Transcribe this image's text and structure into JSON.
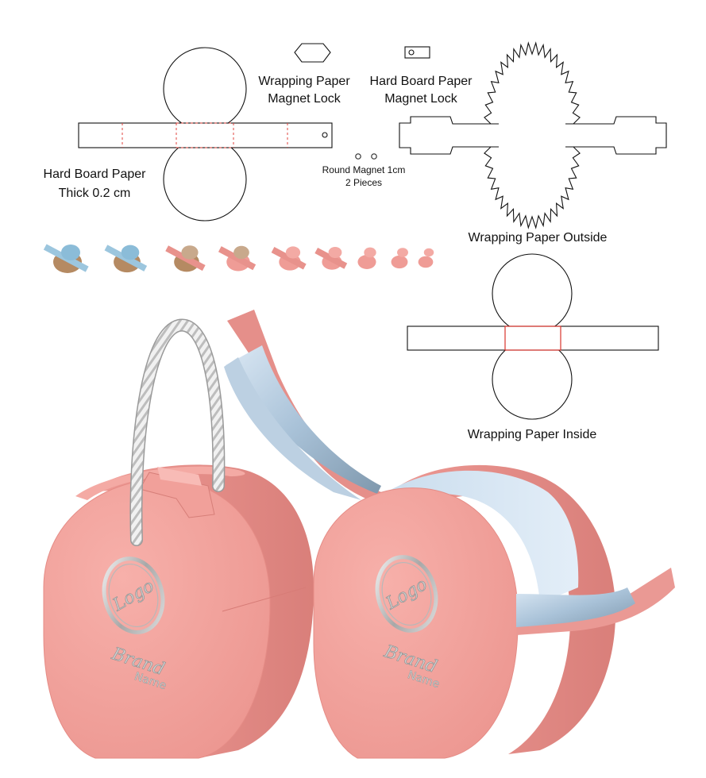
{
  "labels": {
    "hard_board_paper": "Hard Board Paper",
    "thick": "Thick 0.2 cm",
    "wrapping_paper_magnet_lock_l1": "Wrapping Paper",
    "wrapping_paper_magnet_lock_l2": "Magnet Lock",
    "hard_board_paper_magnet_lock_l1": "Hard Board Paper",
    "hard_board_paper_magnet_lock_l2": "Magnet Lock",
    "round_magnet": "Round Magnet 1cm",
    "pieces": "2 Pieces",
    "wrapping_paper_outside": "Wrapping Paper Outside",
    "wrapping_paper_inside": "Wrapping Paper Inside"
  },
  "box_print": {
    "logo": "Logo",
    "brand": "Brand",
    "name": "Name"
  },
  "colors": {
    "box_face": "#f2a19c",
    "box_side": "#e68b87",
    "box_top": "#f6b4ae",
    "lining": "#b9d4ea",
    "lining_dark": "#8fa9bf",
    "cutline": "#e0453f",
    "dieline": "#111111"
  },
  "icons": [
    "rope-handle-icon",
    "logo-emboss-icon",
    "magnet-icon"
  ]
}
